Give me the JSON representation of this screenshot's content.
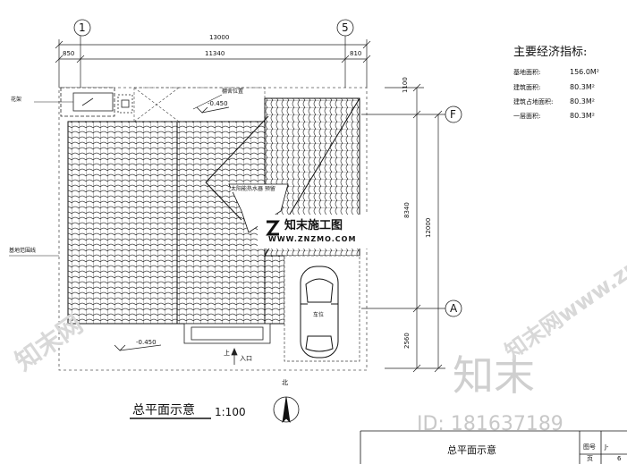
{
  "dimensions": {
    "total_width": "13000",
    "left_offset": "850",
    "main_span": "11340",
    "right_offset": "810",
    "top_right_small": "1100",
    "middle": "8340",
    "overall_height": "12000",
    "bottom": "2560"
  },
  "axes": {
    "axis_1": "1",
    "axis_5": "5",
    "axis_F": "F",
    "axis_A": "A"
  },
  "economics": {
    "title": "主要经济指标:",
    "rows": [
      {
        "label": "基地面积:",
        "value": "156.0M²"
      },
      {
        "label": "建筑面积:",
        "value": "80.3M²"
      },
      {
        "label": "建筑占地面积:",
        "value": "80.3M²"
      },
      {
        "label": "一层面积:",
        "value": "80.3M²"
      }
    ]
  },
  "labels": {
    "garden": "花架",
    "roof_position": "棚舍位置",
    "elev_top": "-0.450",
    "elev_bottom": "-0.450",
    "solar": "太阳能热水器 预留",
    "boundary": "基地范围线",
    "parking": "车位",
    "up": "上",
    "entrance": "入口",
    "north": "北"
  },
  "title": {
    "main": "总平面示意",
    "scale": "1:100"
  },
  "watermark": {
    "logo_cn": "知末施工图",
    "logo_url": "WWW.ZNZMO.COM",
    "big_cn": "知末",
    "id_text": "ID: 181637189",
    "side_left": "知末网",
    "side_right": "知末网www.znzmo.com"
  },
  "titleblock": {
    "name": "总平面示意",
    "drawing_no_label": "图号",
    "drawing_no": "J-",
    "page_label": "页",
    "page_no": "6"
  }
}
